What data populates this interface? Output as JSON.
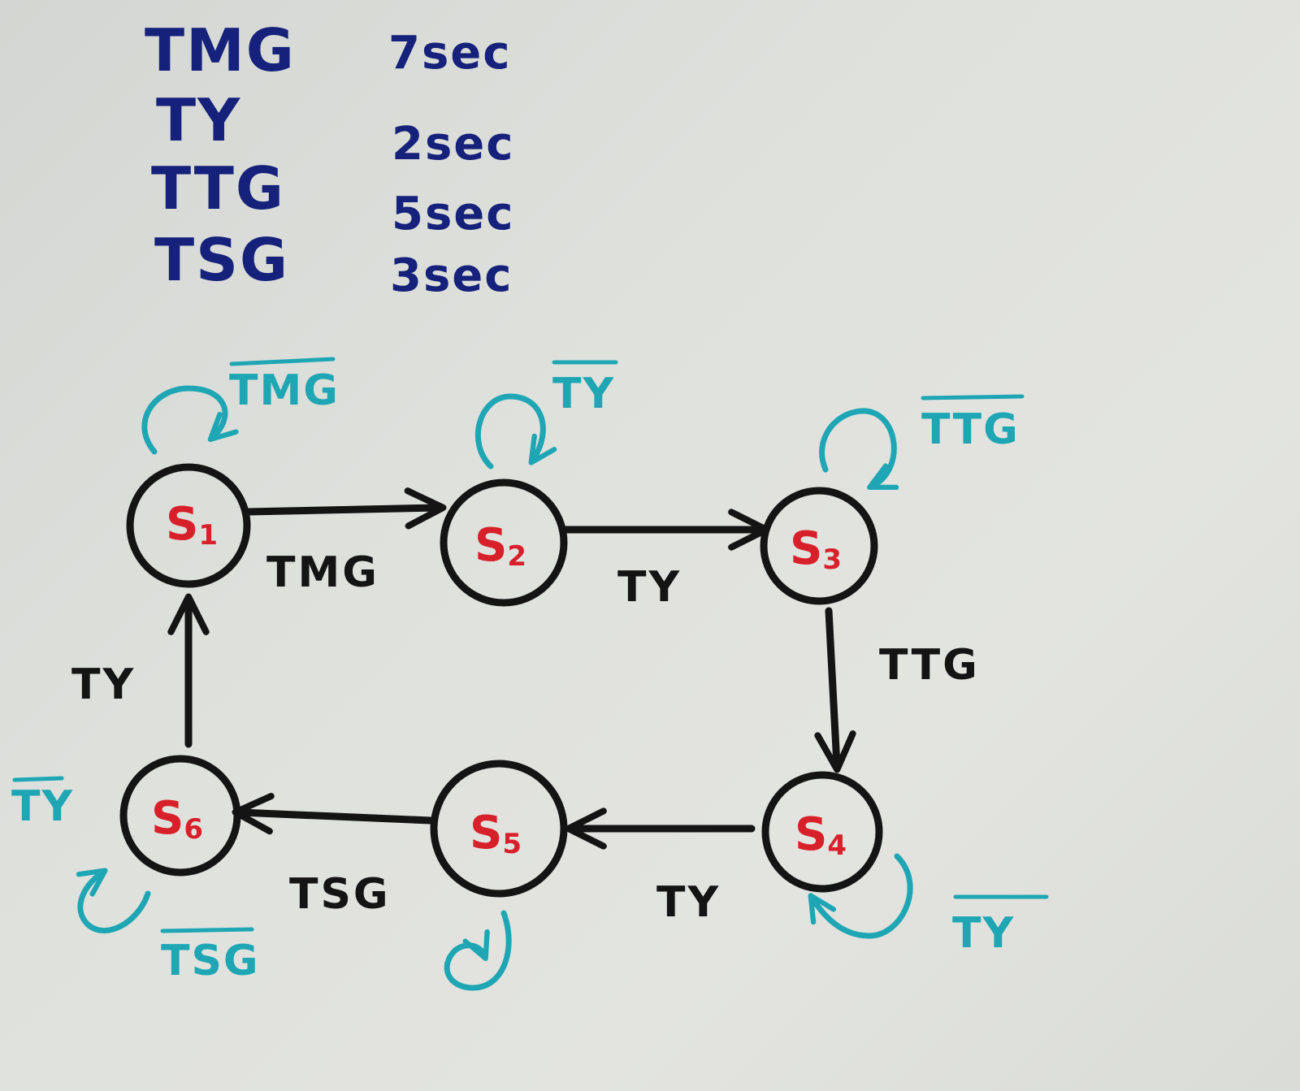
{
  "timings": [
    {
      "name": "TMG",
      "value": "7sec"
    },
    {
      "name": "TY",
      "value": "2sec"
    },
    {
      "name": "TTG",
      "value": "5sec"
    },
    {
      "name": "TSG",
      "value": "3sec"
    }
  ],
  "states": [
    {
      "id": "s1",
      "base": "S",
      "sub": "1"
    },
    {
      "id": "s2",
      "base": "S",
      "sub": "2"
    },
    {
      "id": "s3",
      "base": "S",
      "sub": "3"
    },
    {
      "id": "s4",
      "base": "S",
      "sub": "4"
    },
    {
      "id": "s5",
      "base": "S",
      "sub": "5"
    },
    {
      "id": "s6",
      "base": "S",
      "sub": "6"
    }
  ],
  "transitions": [
    {
      "from": "s1",
      "to": "s2",
      "label": "TMG"
    },
    {
      "from": "s2",
      "to": "s3",
      "label": "TY"
    },
    {
      "from": "s3",
      "to": "s4",
      "label": "TTG"
    },
    {
      "from": "s4",
      "to": "s5",
      "label": "TY"
    },
    {
      "from": "s5",
      "to": "s6",
      "label": "TSG"
    },
    {
      "from": "s6",
      "to": "s1",
      "label": "TY"
    }
  ],
  "self_loops": [
    {
      "state": "s1",
      "label": "TMG",
      "negated": true
    },
    {
      "state": "s2",
      "label": "TY",
      "negated": true
    },
    {
      "state": "s3",
      "label": "TTG",
      "negated": true
    },
    {
      "state": "s4",
      "label": "TY",
      "negated": true
    },
    {
      "state": "s5",
      "label": "",
      "negated": false
    },
    {
      "state": "s6",
      "label": "TSG",
      "negated": true
    },
    {
      "state": "s6",
      "label": "TY",
      "negated": true
    }
  ],
  "colors": {
    "timing_ink": "#15217a",
    "node_ink": "#141414",
    "state_label": "#d8202a",
    "loop_ink": "#1fa6b4"
  }
}
